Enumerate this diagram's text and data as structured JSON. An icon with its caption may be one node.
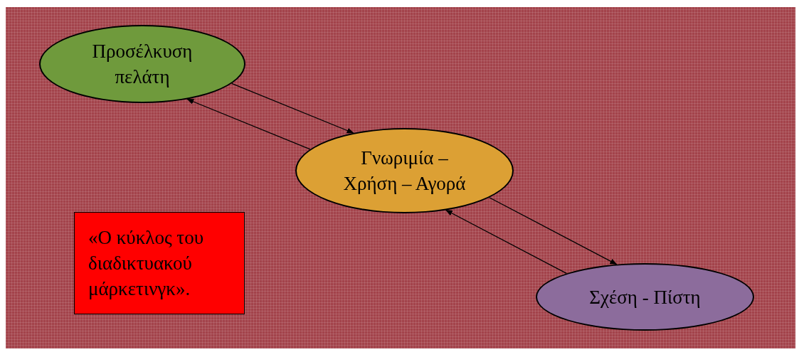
{
  "diagram": {
    "nodes": [
      {
        "text": [
          "Προσέλκυση πελάτη"
        ]
      },
      {
        "text": [
          "Γνωριμία – Χρήση – Αγορά"
        ]
      },
      {
        "text": [
          "Σχέση - Πίστη"
        ]
      },
      {
        "text": [
          "«Ο κύκλος του διαδικτυακού μάρκετινγκ»."
        ]
      }
    ],
    "edges": [
      {
        "from": 0,
        "to": 1,
        "arrow": "to"
      },
      {
        "from": 1,
        "to": 0,
        "arrow": "to"
      },
      {
        "from": 1,
        "to": 2,
        "arrow": "to"
      },
      {
        "from": 2,
        "to": 1,
        "arrow": "to"
      }
    ]
  }
}
